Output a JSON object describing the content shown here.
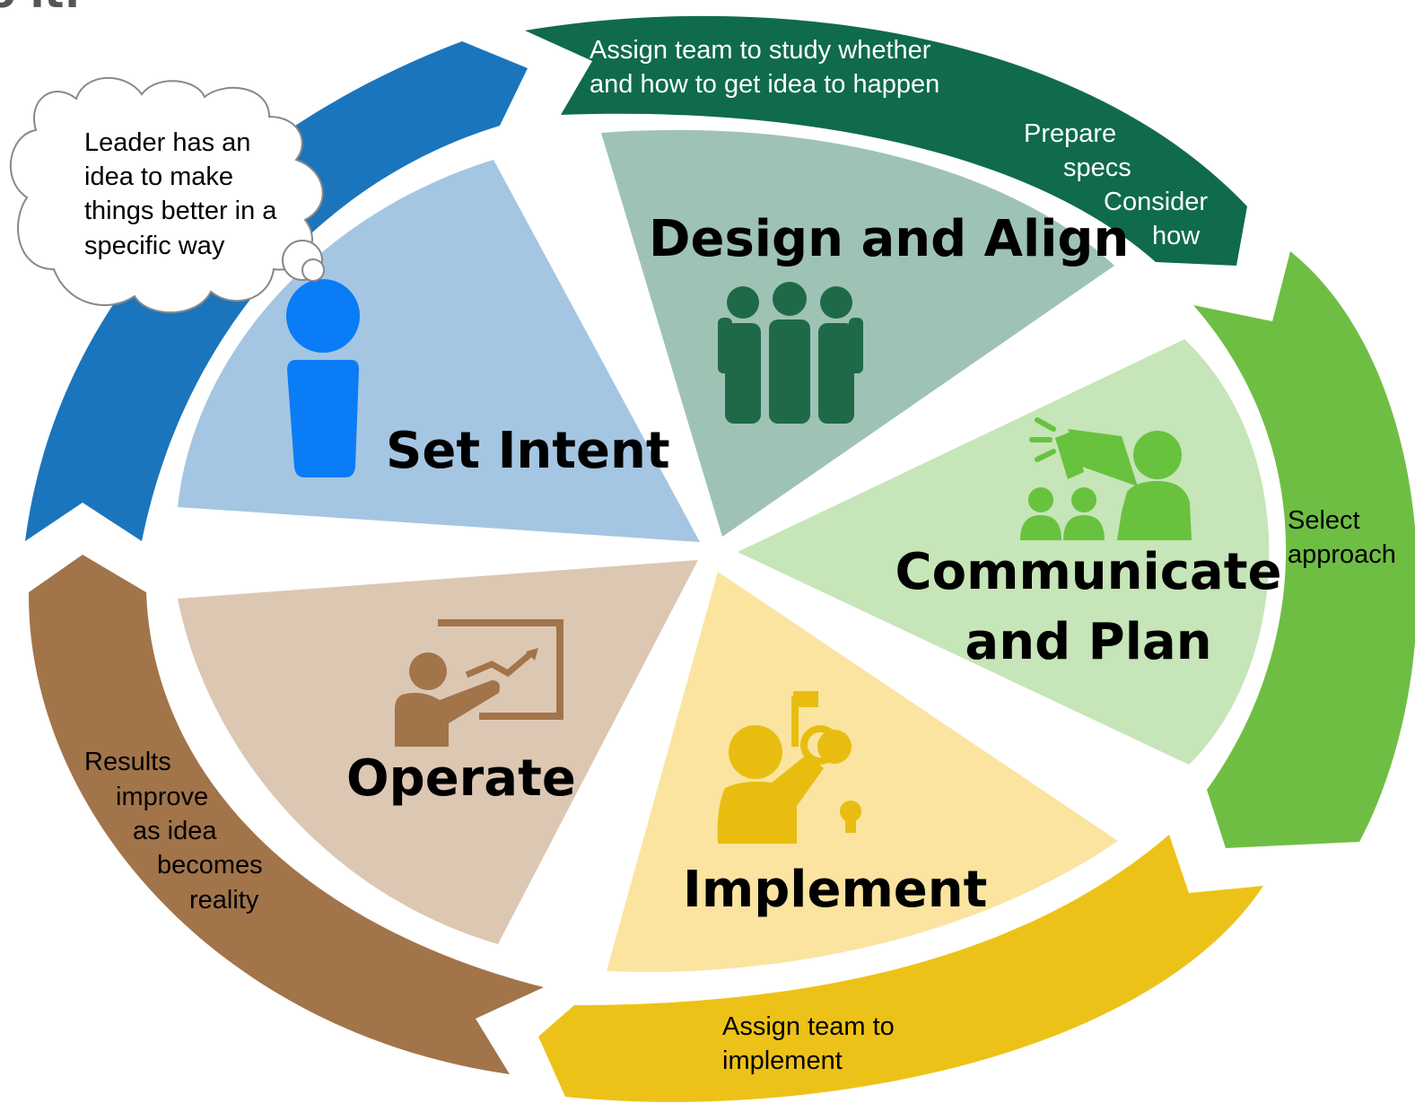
{
  "header_fragment": "o it:",
  "colors": {
    "blue_arrow": "#1b75bc",
    "green_dark_arrow": "#0f6b4c",
    "green_light_arrow": "#6fbe44",
    "yellow_arrow": "#edc218",
    "brown_arrow": "#a2744a",
    "set_intent_wedge": "#a4c6e2",
    "design_wedge": "#9ec3b4",
    "communicate_wedge": "#c6e5b8",
    "implement_wedge": "#fae4a0",
    "operate_wedge": "#dcc7b3",
    "set_intent_icon": "#0a7cf6",
    "design_icon": "#1e6a48",
    "communicate_icon": "#68c23e",
    "implement_icon": "#e9bd10",
    "operate_icon": "#a2744a"
  },
  "phases": {
    "set_intent": {
      "label": "Set Intent",
      "icon": "person-icon"
    },
    "design_align": {
      "label": "Design and Align",
      "icon": "team-icon"
    },
    "communicate_plan": {
      "line1": "Communicate",
      "line2": "and Plan",
      "icon": "megaphone-icon"
    },
    "implement": {
      "label": "Implement",
      "icon": "key-icon"
    },
    "operate": {
      "label": "Operate",
      "icon": "presenter-chart-icon"
    }
  },
  "thought_bubble": {
    "lines": [
      "Leader has an",
      "idea to make",
      "things better in a",
      "specific way"
    ]
  },
  "arrows": {
    "assign_study": {
      "lines": [
        "Assign team to study whether",
        "and how to get idea to happen"
      ]
    },
    "prepare_specs": {
      "lines": [
        "Prepare",
        "specs"
      ]
    },
    "consider_how": {
      "lines": [
        "Consider",
        "how"
      ]
    },
    "select_approach": {
      "lines": [
        "Select",
        "approach"
      ]
    },
    "assign_implement": {
      "lines": [
        "Assign team to",
        "implement"
      ]
    },
    "results": {
      "lines": [
        "Results",
        "improve",
        "as idea",
        "becomes",
        "reality"
      ]
    }
  }
}
